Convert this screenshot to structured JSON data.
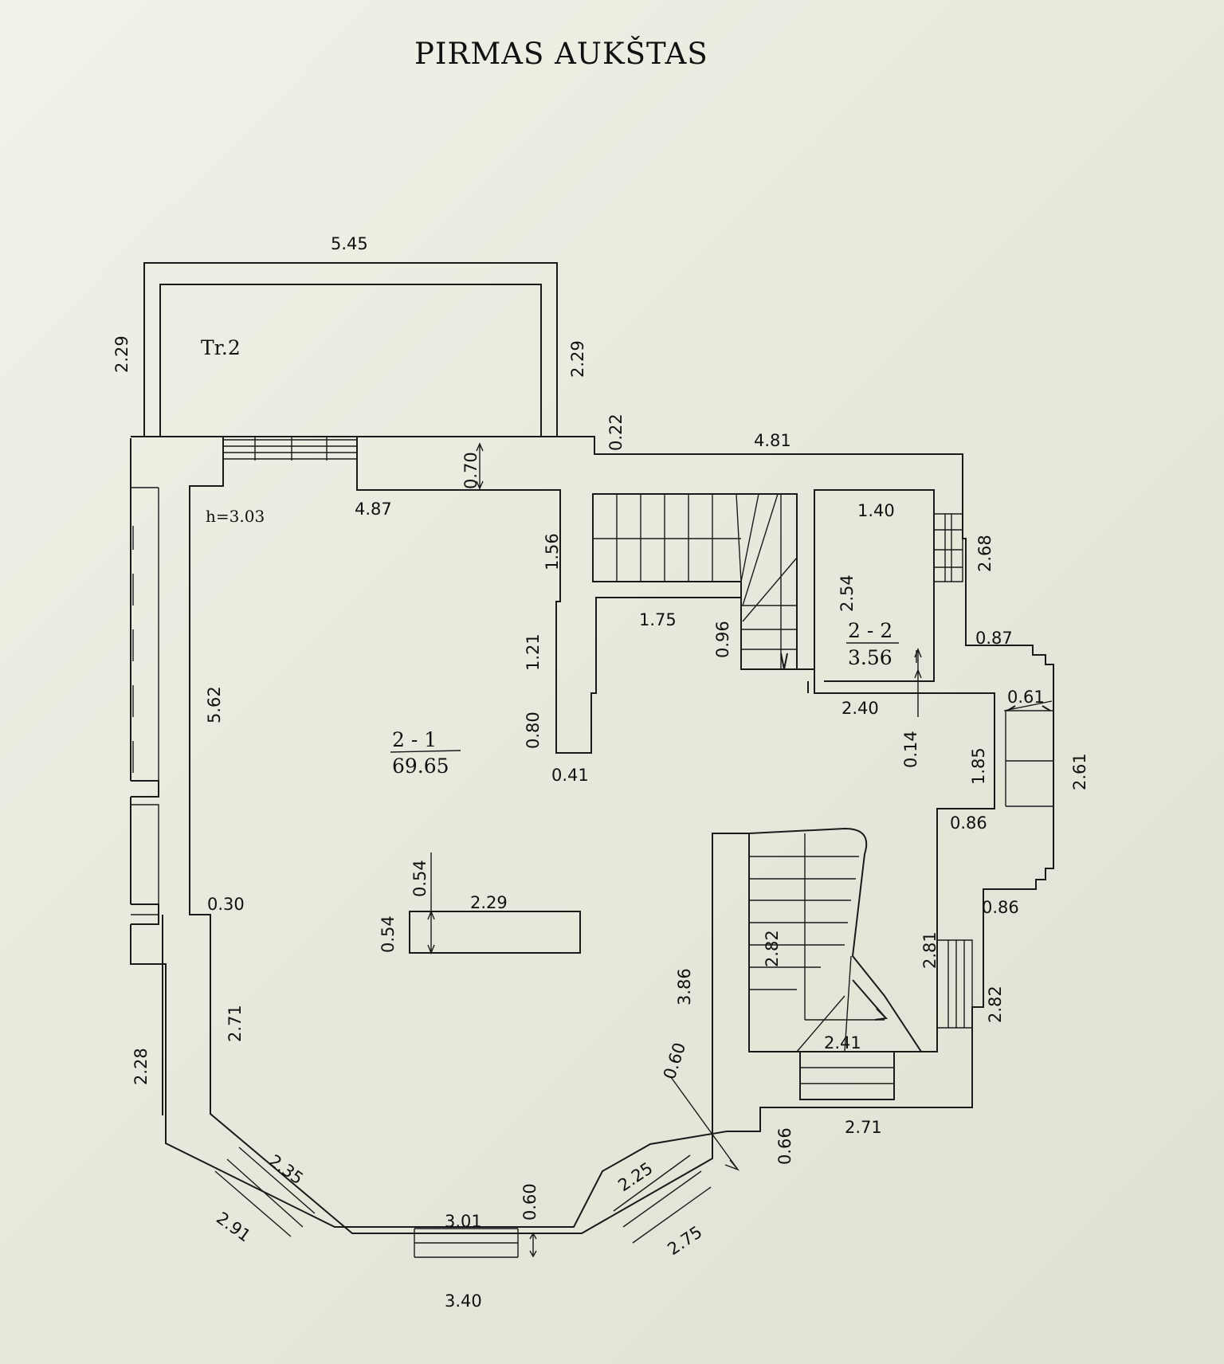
{
  "title": "PIRMAS AUKŠTAS",
  "terrace_label": "Tr.2",
  "height_label": "h=3.03",
  "rooms": [
    {
      "code": "2 - 1",
      "area": "69.65"
    },
    {
      "code": "2 - 2",
      "area": "3.56"
    }
  ],
  "dimensions": {
    "top_width": "5.45",
    "terrace_left": "2.29",
    "terrace_right": "2.29",
    "step_022": "0.22",
    "top_481": "4.81",
    "d070": "0.70",
    "d487": "4.87",
    "d156": "1.56",
    "d121": "1.21",
    "d080": "0.80",
    "d041": "0.41",
    "d175": "1.75",
    "d096": "0.96",
    "d140": "1.40",
    "d254": "2.54",
    "d268": "2.68",
    "d087": "0.87",
    "d240": "2.40",
    "d061": "0.61",
    "d014": "0.14",
    "d185": "1.85",
    "d261": "2.61",
    "d086a": "0.86",
    "d086b": "0.86",
    "d562": "5.62",
    "d030": "0.30",
    "d054a": "0.54",
    "d054b": "0.54",
    "d229": "2.29",
    "d386": "3.86",
    "d282a": "2.82",
    "d281": "2.81",
    "d282b": "2.82",
    "d271a": "2.71",
    "d228": "2.28",
    "d241": "2.41",
    "d060a": "0.60",
    "d066": "0.66",
    "d271b": "2.71",
    "d235": "2.35",
    "d291": "2.91",
    "d225": "2.25",
    "d275": "2.75",
    "d060b": "0.60",
    "d301": "3.01",
    "d340": "3.40"
  }
}
